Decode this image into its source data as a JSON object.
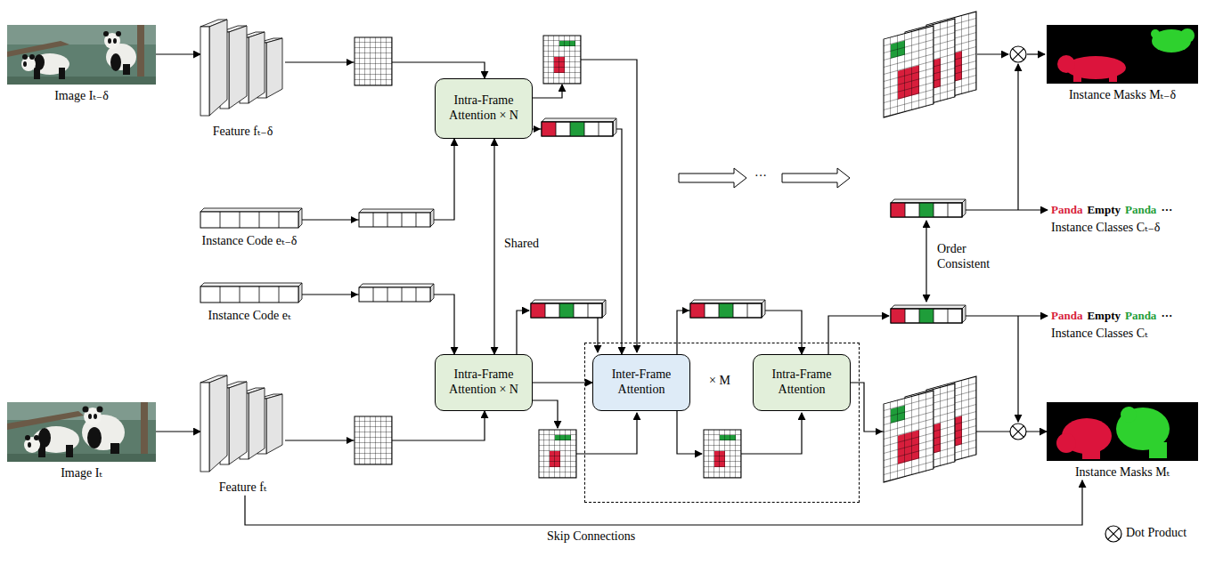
{
  "diagram": {
    "nodes": [
      {
        "text": [
          "Image Iₜ₋δ"
        ]
      },
      {
        "text": [
          "Feature fₜ₋δ"
        ]
      },
      {
        "text": [
          "Intra-Frame Attention × N"
        ]
      },
      {
        "text": [
          "Instance Masks Mₜ₋δ"
        ]
      },
      {
        "text": [
          "Instance Code eₜ₋δ"
        ]
      },
      {
        "text": [
          "Instance Code eₜ"
        ]
      },
      {
        "text": [
          "Image Iₜ"
        ]
      },
      {
        "text": [
          "Feature fₜ"
        ]
      },
      {
        "text": [
          "Intra-Frame Attention × N"
        ]
      },
      {
        "text": [
          "× M"
        ]
      },
      {
        "text": [
          "Inter-Frame Attention"
        ],
        "in": 9
      },
      {
        "text": [
          "Intra-Frame Attention"
        ],
        "in": 9
      },
      {
        "text": [
          "Instance Masks Mₜ"
        ]
      }
    ],
    "edges": [
      {
        "from": 0,
        "to": 1,
        "arrow": "to"
      },
      {
        "from": 1,
        "to": 2,
        "arrow": "to"
      },
      {
        "from": 4,
        "to": 2,
        "arrow": "to"
      },
      {
        "from": 2,
        "to": 8,
        "arrow": "both",
        "label": "Shared"
      },
      {
        "from": 2,
        "to": 10,
        "arrow": "to"
      },
      {
        "from": 6,
        "to": 7,
        "arrow": "to"
      },
      {
        "from": 7,
        "to": 8,
        "arrow": "to"
      },
      {
        "from": 5,
        "to": 8,
        "arrow": "to"
      },
      {
        "from": 8,
        "to": 10,
        "arrow": "to"
      },
      {
        "from": 10,
        "to": 11,
        "arrow": "to"
      },
      {
        "from": 11,
        "to": 12,
        "arrow": "to"
      },
      {
        "from": 7,
        "to": 12,
        "arrow": "to",
        "label": "Skip Connections"
      }
    ],
    "labels": [
      "Panda",
      "Empty",
      "Panda",
      "···",
      "Instance Classes Cₜ₋δ",
      "Panda",
      "Empty",
      "Panda",
      "···",
      "Instance Classes Cₜ",
      "Order Consistent",
      "···"
    ],
    "legend": [
      {
        "text": "Dot Product"
      }
    ]
  }
}
